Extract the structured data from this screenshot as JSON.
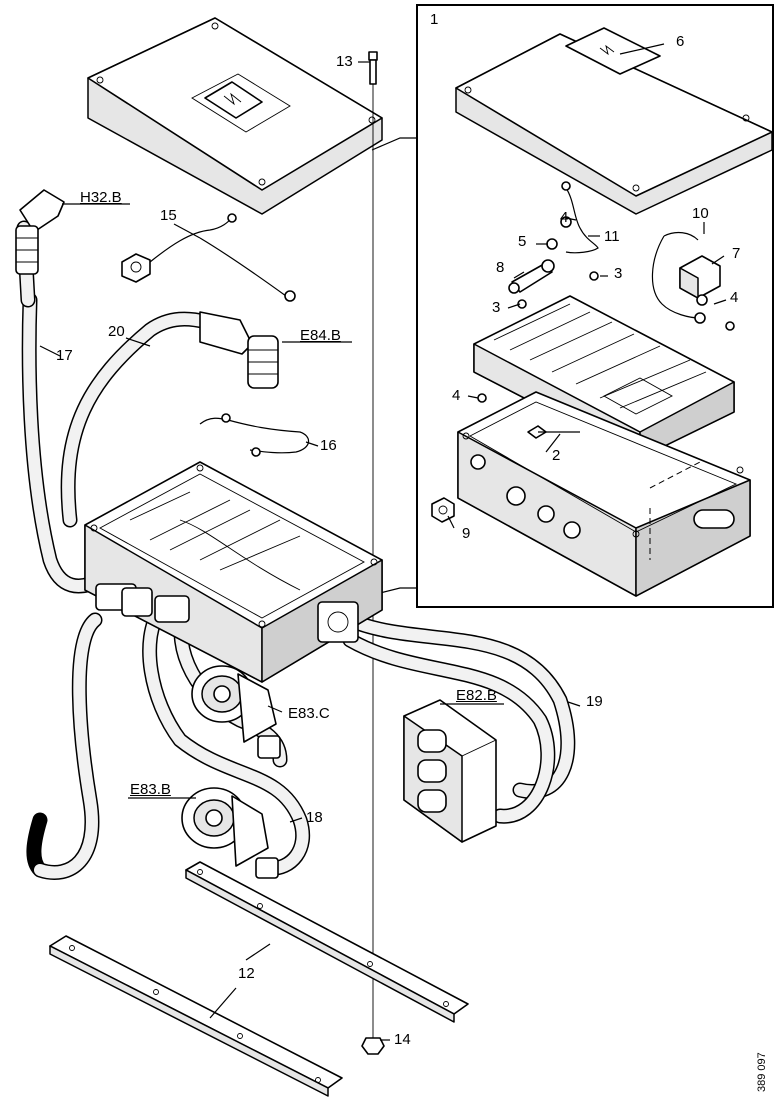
{
  "labels": {
    "h32b": "H32.B",
    "n15": "15",
    "n13": "13",
    "n20": "20",
    "n17": "17",
    "e84b": "E84.B",
    "n16": "16",
    "e83c": "E83.C",
    "e82b": "E82.B",
    "n19": "19",
    "e83b": "E83.B",
    "n18": "18",
    "n12": "12",
    "n14": "14",
    "n1": "1",
    "n6": "6",
    "n10": "10",
    "n4a": "4",
    "n11": "11",
    "n7": "7",
    "n5": "5",
    "n8": "8",
    "n3a": "3",
    "n3b": "3",
    "n4b": "4",
    "n4c": "4",
    "n2": "2",
    "n9": "9"
  },
  "figure_number": "389 097",
  "colors": {
    "line": "#000000",
    "fill": "#ffffff",
    "shade": "#e6e6e6"
  }
}
